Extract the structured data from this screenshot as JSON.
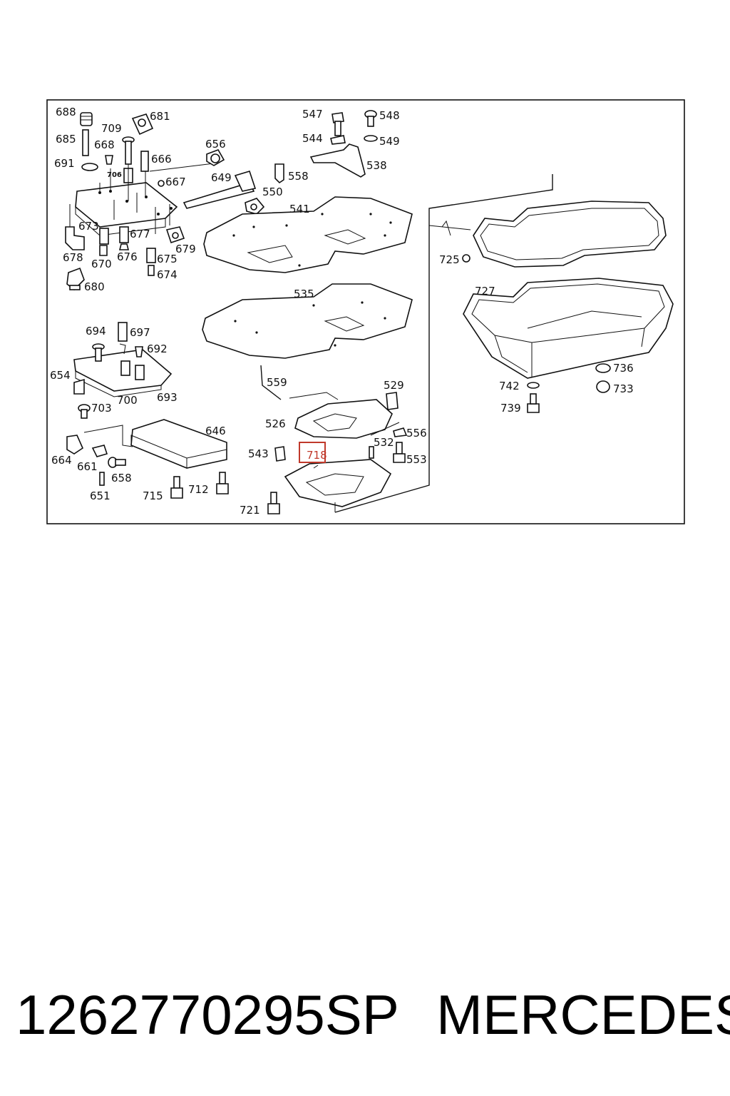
{
  "diagram": {
    "highlight_colour": "#c0392b",
    "labels": [
      {
        "id": "688",
        "text": "688"
      },
      {
        "id": "681",
        "text": "681"
      },
      {
        "id": "709",
        "text": "709"
      },
      {
        "id": "685",
        "text": "685"
      },
      {
        "id": "668",
        "text": "668"
      },
      {
        "id": "666",
        "text": "666"
      },
      {
        "id": "691",
        "text": "691"
      },
      {
        "id": "706",
        "text": "706"
      },
      {
        "id": "667",
        "text": "667"
      },
      {
        "id": "656",
        "text": "656"
      },
      {
        "id": "649",
        "text": "649"
      },
      {
        "id": "547",
        "text": "547"
      },
      {
        "id": "548",
        "text": "548"
      },
      {
        "id": "544",
        "text": "544"
      },
      {
        "id": "549",
        "text": "549"
      },
      {
        "id": "538",
        "text": "538"
      },
      {
        "id": "558",
        "text": "558"
      },
      {
        "id": "550",
        "text": "550"
      },
      {
        "id": "541",
        "text": "541"
      },
      {
        "id": "673",
        "text": "673"
      },
      {
        "id": "677",
        "text": "677"
      },
      {
        "id": "679",
        "text": "679"
      },
      {
        "id": "678",
        "text": "678"
      },
      {
        "id": "670",
        "text": "670"
      },
      {
        "id": "676",
        "text": "676"
      },
      {
        "id": "675",
        "text": "675"
      },
      {
        "id": "674",
        "text": "674"
      },
      {
        "id": "680",
        "text": "680"
      },
      {
        "id": "725",
        "text": "725"
      },
      {
        "id": "727",
        "text": "727"
      },
      {
        "id": "535",
        "text": "535"
      },
      {
        "id": "694",
        "text": "694"
      },
      {
        "id": "697",
        "text": "697"
      },
      {
        "id": "692",
        "text": "692"
      },
      {
        "id": "654",
        "text": "654"
      },
      {
        "id": "693",
        "text": "693"
      },
      {
        "id": "700",
        "text": "700"
      },
      {
        "id": "703",
        "text": "703"
      },
      {
        "id": "559",
        "text": "559"
      },
      {
        "id": "529",
        "text": "529"
      },
      {
        "id": "736",
        "text": "736"
      },
      {
        "id": "733",
        "text": "733"
      },
      {
        "id": "742",
        "text": "742"
      },
      {
        "id": "739",
        "text": "739"
      },
      {
        "id": "526",
        "text": "526"
      },
      {
        "id": "646",
        "text": "646"
      },
      {
        "id": "556",
        "text": "556"
      },
      {
        "id": "532",
        "text": "532"
      },
      {
        "id": "543",
        "text": "543"
      },
      {
        "id": "718",
        "text": "718"
      },
      {
        "id": "553",
        "text": "553"
      },
      {
        "id": "664",
        "text": "664"
      },
      {
        "id": "661",
        "text": "661"
      },
      {
        "id": "658",
        "text": "658"
      },
      {
        "id": "651",
        "text": "651"
      },
      {
        "id": "715",
        "text": "715"
      },
      {
        "id": "712",
        "text": "712"
      },
      {
        "id": "721",
        "text": "721"
      }
    ]
  },
  "footer": {
    "part_number": "1262770295SP",
    "brand": "MERCEDES"
  }
}
